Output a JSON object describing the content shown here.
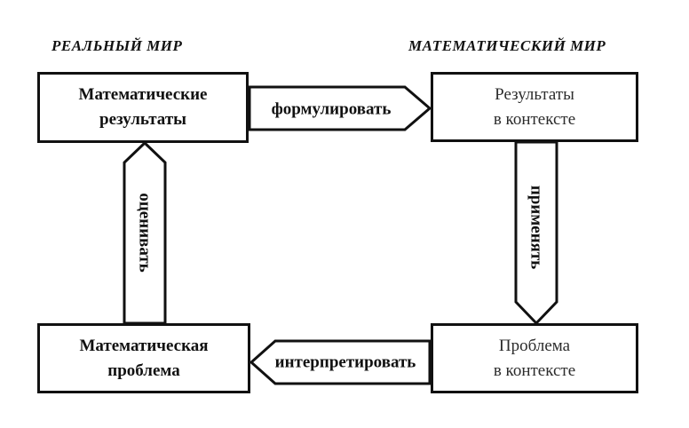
{
  "headers": {
    "real_world": "РЕАЛЬНЫЙ МИР",
    "math_world": "МАТЕМАТИЧЕСКИЙ МИР"
  },
  "boxes": {
    "top_left": {
      "line1": "Математические",
      "line2": "результаты"
    },
    "top_right": {
      "line1": "Результаты",
      "line2": "в контексте"
    },
    "bottom_left": {
      "line1": "Математическая",
      "line2": "проблема"
    },
    "bottom_right": {
      "line1": "Проблема",
      "line2": "в контексте"
    }
  },
  "arrows": {
    "formulate": "формулировать",
    "apply": "применять",
    "interpret": "интерпретировать",
    "evaluate": "оценивать"
  },
  "colors": {
    "stroke": "#111111",
    "background": "#ffffff"
  }
}
